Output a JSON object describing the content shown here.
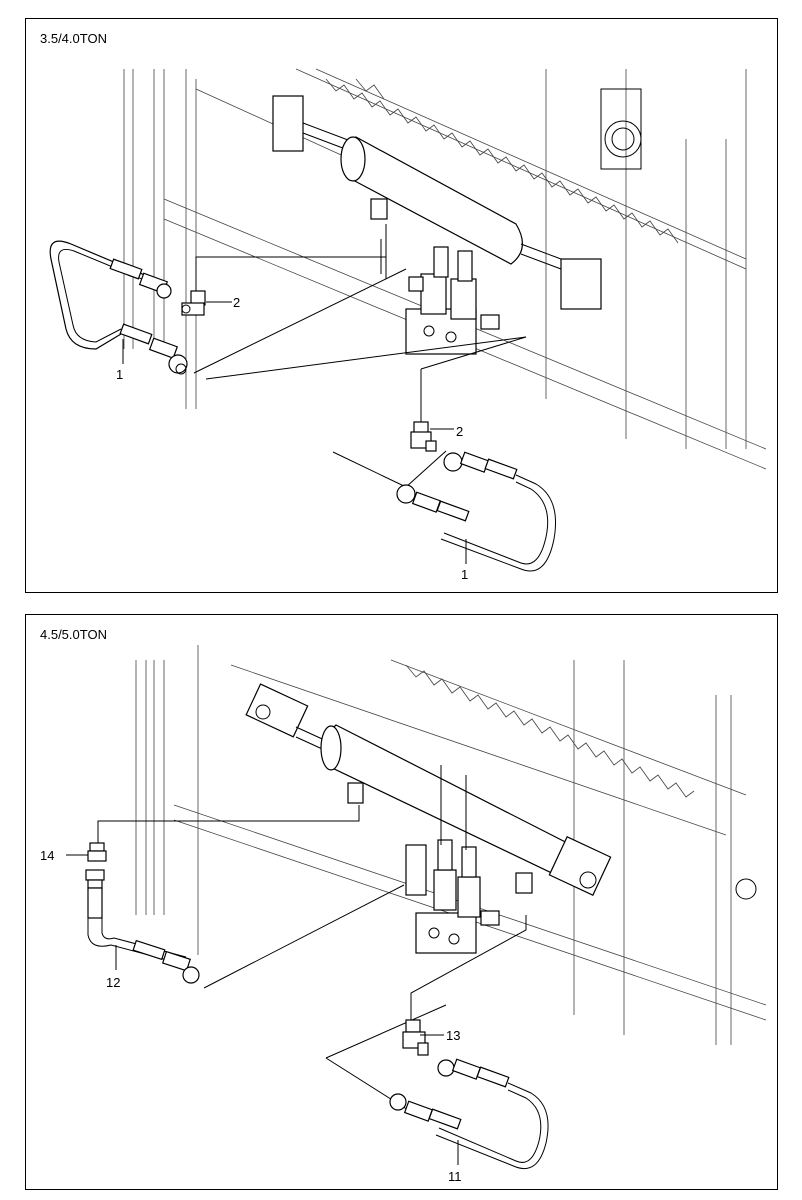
{
  "panels": [
    {
      "title": "3.5/4.0TON",
      "callouts": [
        {
          "id": "p1-2-upper",
          "text": "2"
        },
        {
          "id": "p1-1-upper",
          "text": "1"
        },
        {
          "id": "p1-2-lower",
          "text": "2"
        },
        {
          "id": "p1-1-lower",
          "text": "1"
        }
      ]
    },
    {
      "title": "4.5/5.0TON",
      "callouts": [
        {
          "id": "p2-14",
          "text": "14"
        },
        {
          "id": "p2-12",
          "text": "12"
        },
        {
          "id": "p2-13",
          "text": "13"
        },
        {
          "id": "p2-11",
          "text": "11"
        }
      ]
    }
  ]
}
